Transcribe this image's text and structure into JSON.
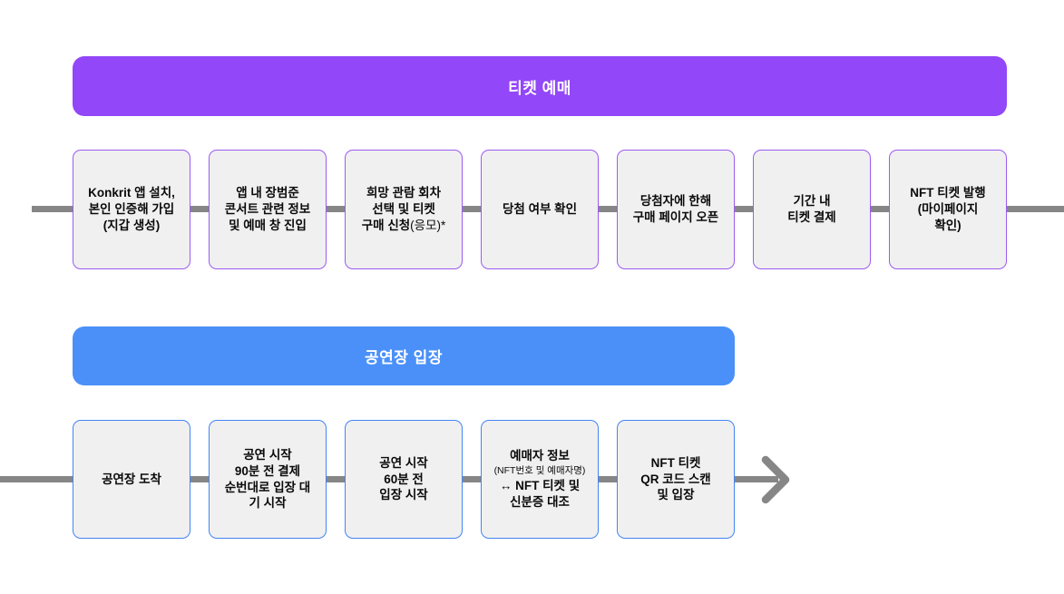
{
  "ticket_section": {
    "header": "티켓 예매",
    "steps": [
      {
        "lines": [
          "Konkrit 앱 설치,",
          "본인 인증해 가입",
          "(지갑 생성)"
        ]
      },
      {
        "lines": [
          "앱 내 장범준",
          "콘서트 관련 정보",
          "및 예매 창 진입"
        ]
      },
      {
        "lines": [
          "희망 관람 회차",
          "선택 및 티켓"
        ],
        "line3": {
          "bold": "구매 신청",
          "regular": "(응모)*"
        }
      },
      {
        "lines": [
          "당첨 여부 확인"
        ]
      },
      {
        "lines": [
          "당첨자에 한해",
          "구매 페이지 오픈"
        ]
      },
      {
        "lines": [
          "기간 내",
          "티켓 결제"
        ]
      },
      {
        "lines": [
          "NFT 티켓 발행",
          "(마이페이지",
          "확인)"
        ]
      }
    ]
  },
  "entry_section": {
    "header": "공연장 입장",
    "steps": [
      {
        "lines": [
          "공연장 도착"
        ]
      },
      {
        "lines": [
          "공연 시작",
          "90분 전 결제",
          "순번대로 입장 대",
          "기 시작"
        ]
      },
      {
        "lines": [
          "공연 시작",
          "60분 전",
          "입장 시작"
        ]
      },
      {
        "title": "예매자 정보",
        "subtitle": "(NFT번호 및 예매자명)",
        "line3": "↔ NFT 티켓 및",
        "line4": "신분증 대조"
      },
      {
        "lines": [
          "NFT 티켓",
          "QR 코드 스캔",
          "및 입장"
        ]
      }
    ]
  },
  "colors": {
    "ticket_header_bg": "#9247F8",
    "entry_header_bg": "#4A90F8",
    "box_bg": "#F0F0F1",
    "box_border_ticket": "#9B5BF2",
    "box_border_entry": "#4285F4",
    "connector_gray": "#868686",
    "header_text": "#FFFFFF",
    "box_text": "#0A0A0A"
  }
}
